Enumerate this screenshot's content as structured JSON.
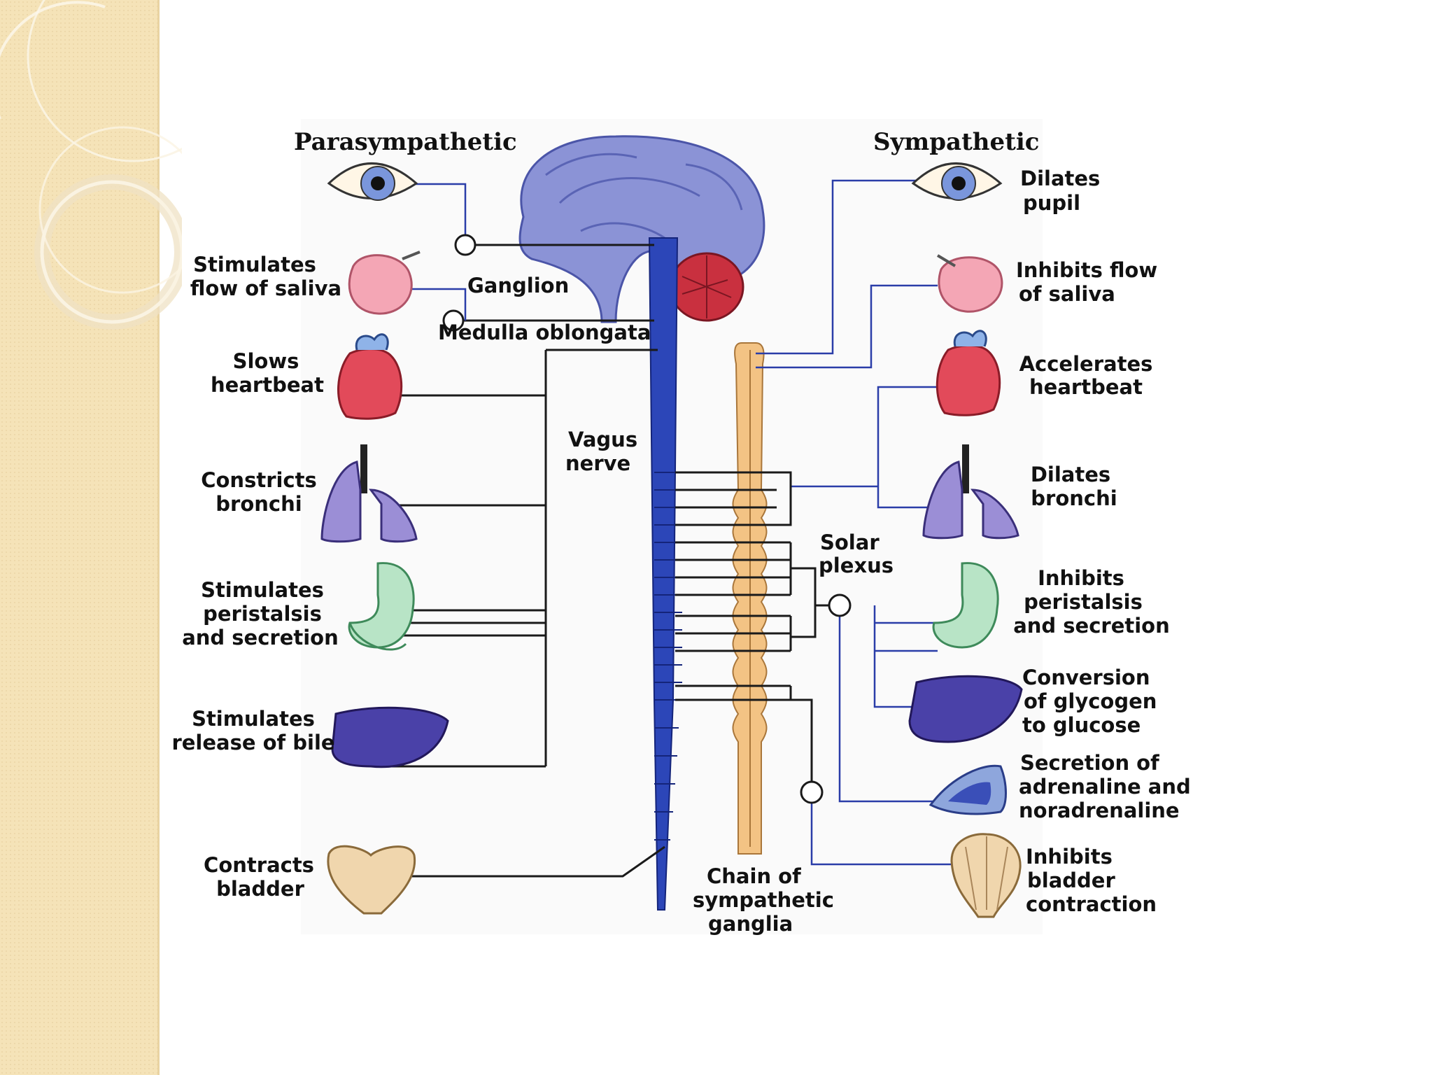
{
  "diagram": {
    "headers": {
      "parasympathetic": "Parasympathetic",
      "sympathetic": "Sympathetic"
    },
    "center_labels": {
      "ganglion": "Ganglion",
      "medulla": "Medulla oblongata",
      "vagus": [
        "Vagus",
        "nerve"
      ],
      "solar_plexus": [
        "Solar",
        "plexus"
      ],
      "chain": [
        "Chain of",
        "sympathetic",
        "ganglia"
      ]
    },
    "parasympathetic_effects": [
      {
        "organ": "eye",
        "lines": []
      },
      {
        "organ": "salivary-gland",
        "lines": [
          "Stimulates",
          "flow of saliva"
        ]
      },
      {
        "organ": "heart",
        "lines": [
          "Slows",
          "heartbeat"
        ]
      },
      {
        "organ": "lungs",
        "lines": [
          "Constricts",
          "bronchi"
        ]
      },
      {
        "organ": "stomach",
        "lines": [
          "Stimulates",
          "peristalsis",
          "and secretion"
        ]
      },
      {
        "organ": "liver",
        "lines": [
          "Stimulates",
          "release of bile"
        ]
      },
      {
        "organ": "bladder",
        "lines": [
          "Contracts",
          "bladder"
        ]
      }
    ],
    "sympathetic_effects": [
      {
        "organ": "eye",
        "lines": [
          "Dilates",
          "pupil"
        ]
      },
      {
        "organ": "salivary-gland",
        "lines": [
          "Inhibits flow",
          "of saliva"
        ]
      },
      {
        "organ": "heart",
        "lines": [
          "Accelerates",
          "heartbeat"
        ]
      },
      {
        "organ": "lungs",
        "lines": [
          "Dilates",
          "bronchi"
        ]
      },
      {
        "organ": "stomach",
        "lines": [
          "Inhibits",
          "peristalsis",
          "and secretion"
        ]
      },
      {
        "organ": "liver",
        "lines": [
          "Conversion",
          "of glycogen",
          "to glucose"
        ]
      },
      {
        "organ": "adrenal-gland",
        "lines": [
          "Secretion of",
          "adrenaline and",
          "noradrenaline"
        ]
      },
      {
        "organ": "bladder",
        "lines": [
          "Inhibits",
          "bladder",
          "contraction"
        ]
      }
    ]
  }
}
